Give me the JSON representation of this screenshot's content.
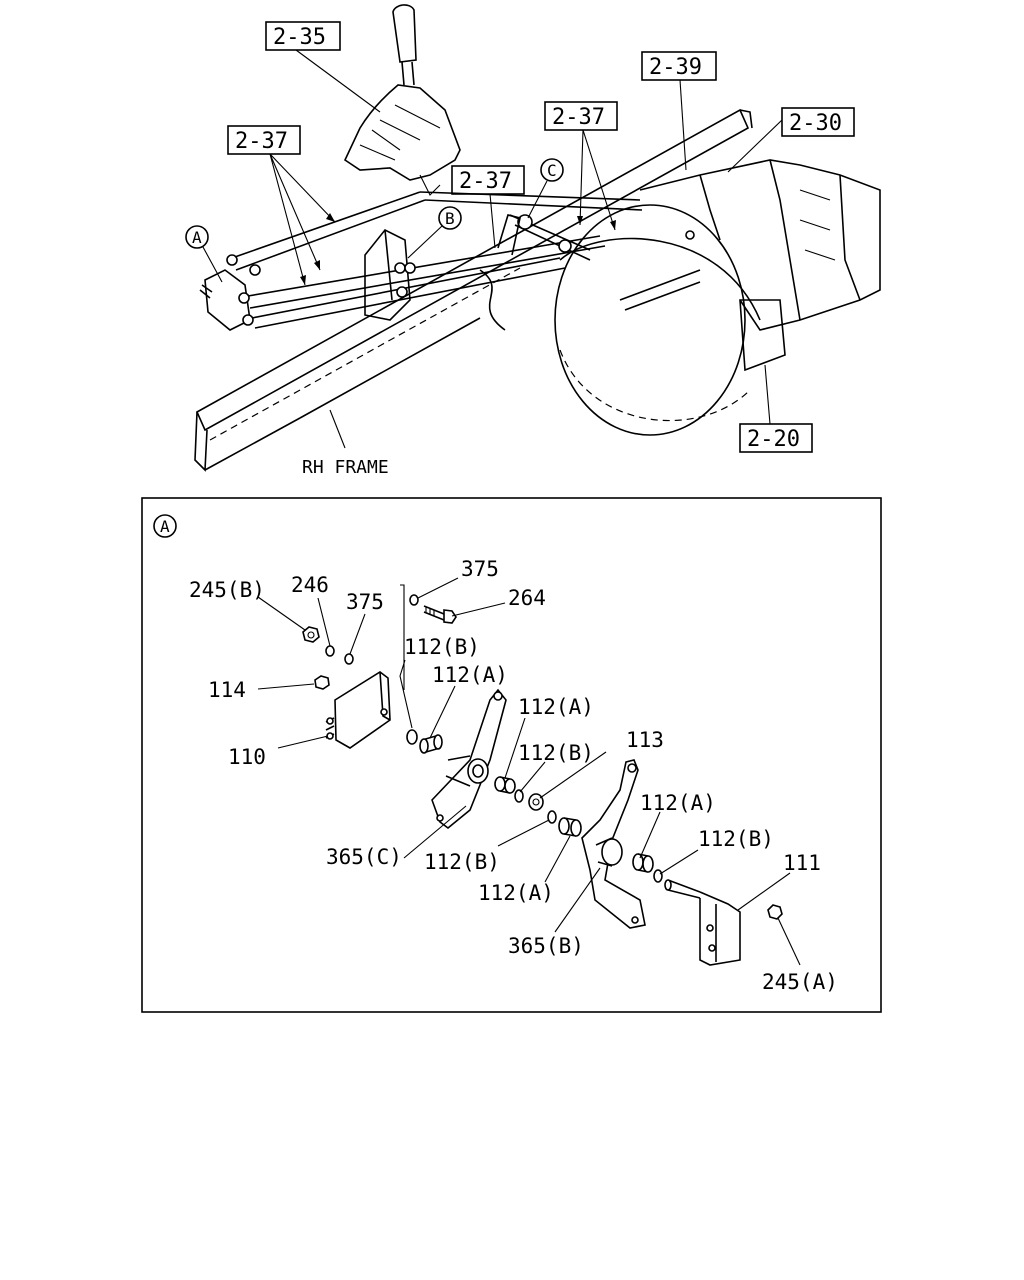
{
  "top_view": {
    "callouts": [
      "2-35",
      "2-37",
      "2-37",
      "2-37",
      "2-39",
      "2-30",
      "2-20"
    ],
    "circle_markers": [
      "A",
      "B",
      "C"
    ],
    "frame_label": "RH FRAME"
  },
  "detail_view": {
    "marker": "A",
    "parts": [
      "245(B)",
      "246",
      "375",
      "375",
      "264",
      "112(B)",
      "112(A)",
      "114",
      "112(A)",
      "110",
      "112(B)",
      "113",
      "112(A)",
      "112(B)",
      "365(C)",
      "112(B)",
      "111",
      "112(A)",
      "365(B)",
      "245(A)"
    ]
  }
}
